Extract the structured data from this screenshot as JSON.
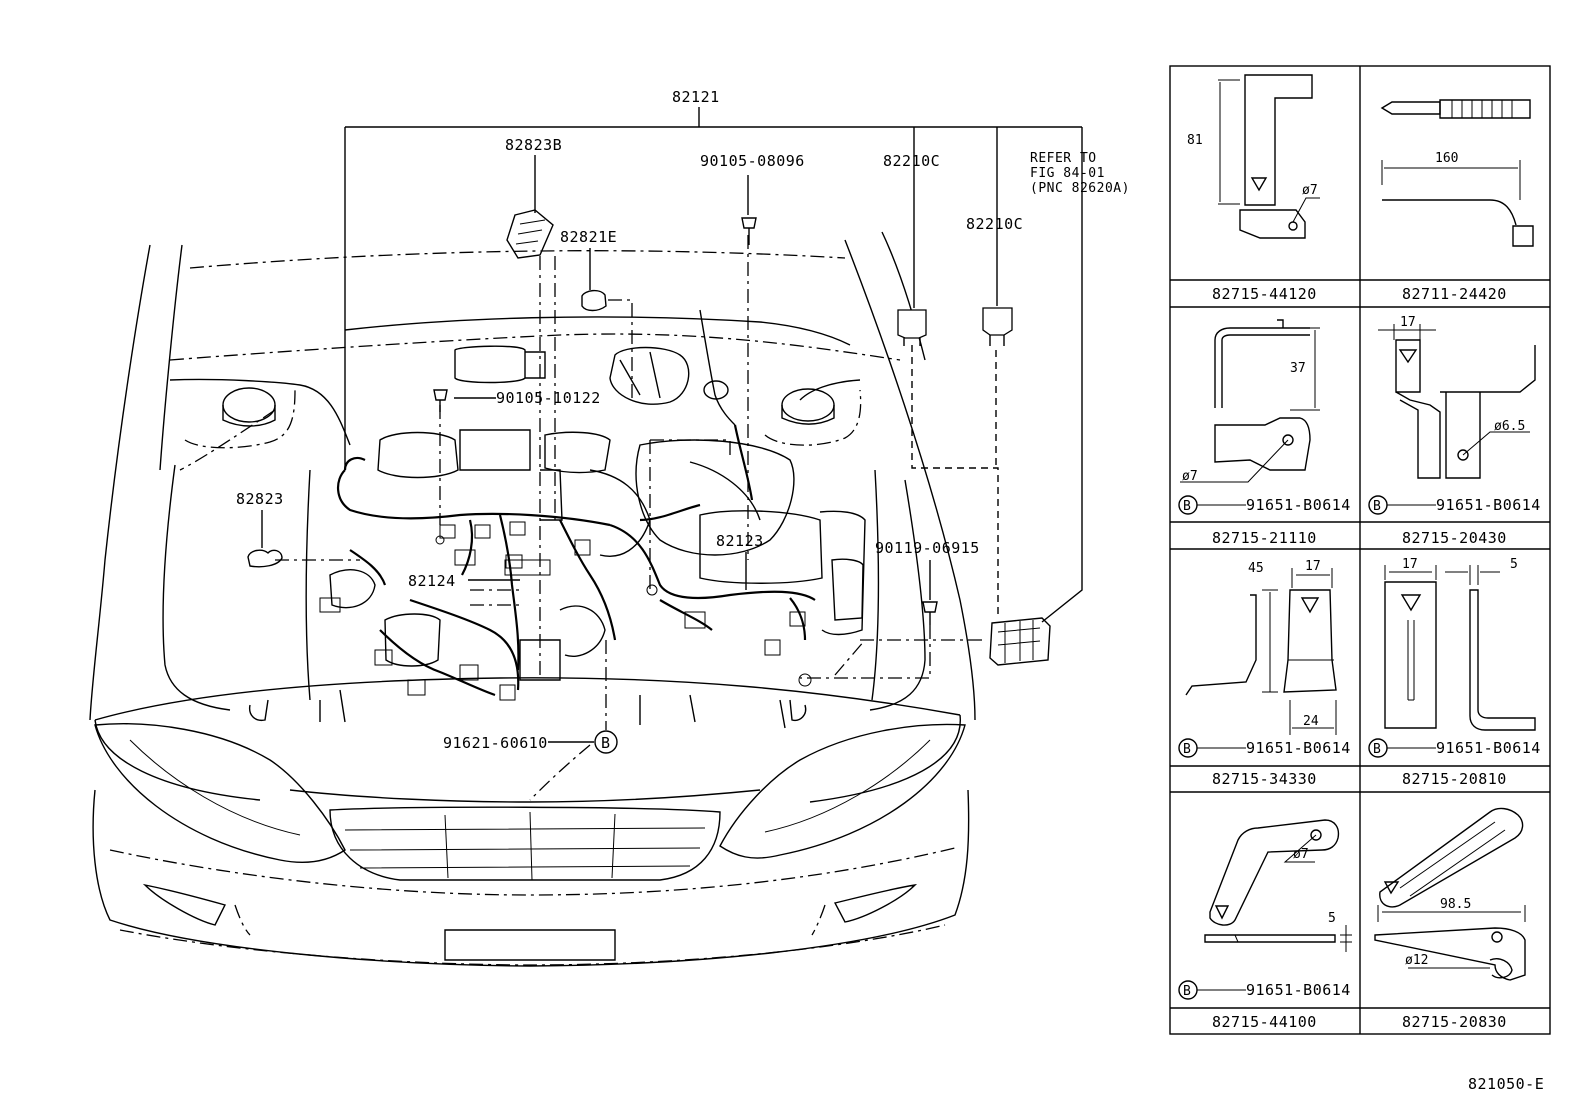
{
  "diagram": {
    "main_harness": "82121",
    "callouts": {
      "p82823B": "82823B",
      "p82821E": "82821E",
      "p90105_08096": "90105-08096",
      "p82210C_a": "82210C",
      "p82210C_b": "82210C",
      "p90105_10122": "90105-10122",
      "p82823": "82823",
      "p82123": "82123",
      "p90119_06915": "90119-06915",
      "p82124": "82124",
      "p91621_60610": "91621-60610",
      "b_marker": "B"
    },
    "reference_note": {
      "line1": "REFER TO",
      "line2": "FIG 84-01",
      "line3": "(PNC 82620A)"
    },
    "figure_id": "821050-E"
  },
  "parts_table": {
    "cells": [
      {
        "part_no": "82715-44120",
        "dims": [
          "81",
          "ø7"
        ]
      },
      {
        "part_no": "82711-24420",
        "dims": [
          "160"
        ]
      },
      {
        "part_no": "82715-21110",
        "dims": [
          "37",
          "ø7"
        ],
        "bolt": "91651-B0614",
        "marker": "B"
      },
      {
        "part_no": "82715-20430",
        "dims": [
          "17",
          "ø6.5"
        ],
        "bolt": "91651-B0614",
        "marker": "B"
      },
      {
        "part_no": "82715-34330",
        "dims": [
          "45",
          "17",
          "24"
        ],
        "bolt": "91651-B0614",
        "marker": "B"
      },
      {
        "part_no": "82715-20810",
        "dims": [
          "17",
          "5"
        ],
        "bolt": "91651-B0614",
        "marker": "B"
      },
      {
        "part_no": "82715-44100",
        "dims": [
          "ø7",
          "5"
        ],
        "bolt": "91651-B0614",
        "marker": "B"
      },
      {
        "part_no": "82715-20830",
        "dims": [
          "98.5",
          "ø12"
        ]
      }
    ]
  }
}
